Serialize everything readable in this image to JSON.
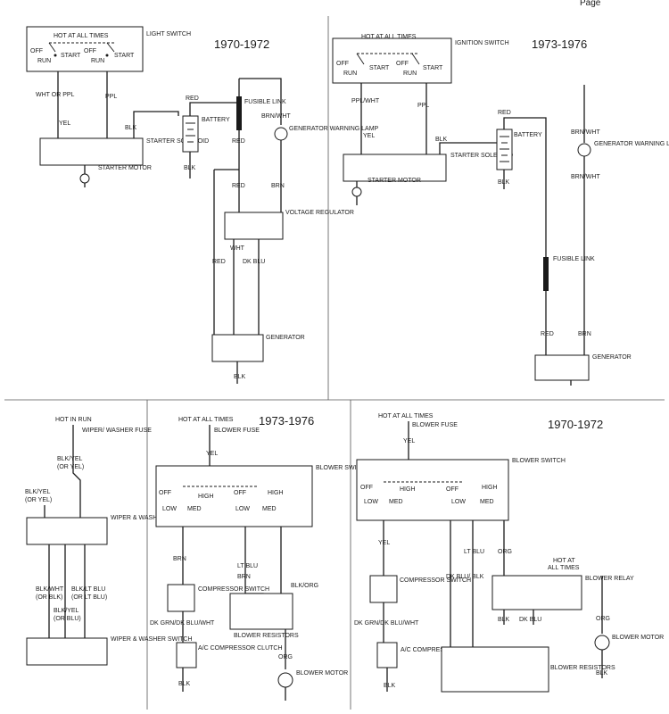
{
  "corner_label": "Page",
  "panels": {
    "charging_1970": {
      "year": "1970-1972",
      "hot": "HOT AT ALL TIMES",
      "switch": "LIGHT SWITCH",
      "off": "OFF",
      "run": "RUN",
      "start": "START",
      "wire_yel_ppl": "WHT OR PPL",
      "wire_yel": "YEL",
      "wire_ppl": "PPL",
      "wire_blk": "BLK",
      "wire_red": "RED",
      "starter_solenoid": "STARTER SOLENOID",
      "starter_motor": "STARTER MOTOR",
      "battery": "BATTERY",
      "fusible_link": "FUSIBLE LINK",
      "brn_wht": "BRN/WHT",
      "gen_lamp": "GENERATOR WARNING LAMP",
      "brn": "BRN",
      "voltage_regulator": "VOLTAGE REGULATOR",
      "wht": "WHT",
      "dk_blu": "DK BLU",
      "generator": "GENERATOR"
    },
    "charging_1973": {
      "year": "1973-1976",
      "hot": "HOT AT ALL TIMES",
      "switch": "IGNITION SWITCH",
      "ppl_wht": "PPL/WHT",
      "fusible_link": "FUSIBLE LINK"
    },
    "wiper": {
      "hot_in_run": "HOT IN RUN",
      "fuse": "WIPER/ WASHER FUSE",
      "blk_yel": "BLK/YEL",
      "or_yel": "(OR YEL)",
      "blk_yel2": "BLK/YEL",
      "or_yel2": "(OR YEL)",
      "motor": "WIPER & WASHER MOTOR",
      "blk_wht": "BLK/WHT",
      "or_blk": "(OR BLK)",
      "blk_lt_blu": "BLK/LT BLU",
      "or_lt_blu": "(OR LT BLU)",
      "blk_yel3": "BLK/YEL",
      "or_blu": "(OR BLU)",
      "switch": "WIPER & WASHER SWITCH"
    },
    "blower_1973": {
      "year": "1973-1976",
      "hot": "HOT AT ALL TIMES",
      "fuse": "BLOWER FUSE",
      "yel": "YEL",
      "switch": "BLOWER SWITCH",
      "off": "OFF",
      "high": "HIGH",
      "low": "LOW",
      "med": "MED",
      "brn": "BRN",
      "lt_blu": "LT BLU",
      "blk_org": "BLK/ORG",
      "comp_switch": "COMPRESSOR SWITCH",
      "wire_combo": "DK GRN/DK BLU/WHT",
      "ac_clutch": "A/C COMPRESSOR CLUTCH",
      "resistors": "BLOWER RESISTORS",
      "org": "ORG",
      "blower_motor": "BLOWER MOTOR",
      "blk": "BLK"
    },
    "blower_1970": {
      "year": "1970-1972",
      "hot": "HOT AT ALL TIMES",
      "fuse": "BLOWER FUSE",
      "dk_blu_blk": "DK BLU/ BLK",
      "hot_at": "HOT AT",
      "all_times": "ALL TIMES",
      "relay": "BLOWER RELAY",
      "dk_blu": "DK BLU"
    }
  }
}
